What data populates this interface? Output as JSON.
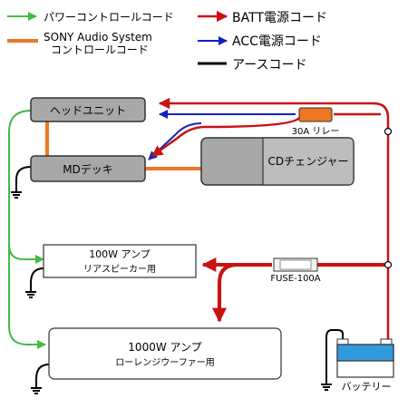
{
  "legend": {
    "power_control": "パワーコントロールコード",
    "sony_audio_line1": "SONY Audio System",
    "sony_audio_line2": "コントロールコード",
    "batt": "BATT電源コード",
    "acc": "ACC電源コード",
    "earth": "アースコード"
  },
  "components": {
    "head_unit": "ヘッドユニット",
    "md_deck": "MDデッキ",
    "cd_changer": "CDチェンジャー",
    "relay": "30A リレー",
    "amp_rear_title": "100W アンプ",
    "amp_rear_sub": "リアスピーカー用",
    "fuse": "FUSE-100A",
    "amp_low_title": "1000W アンプ",
    "amp_low_sub": "ローレンジウーファー用",
    "battery": "バッテリー"
  },
  "colors": {
    "power_control": "#44bb44",
    "sony_audio": "#ee7722",
    "batt": "#cc1111",
    "acc": "#1122bb",
    "earth": "#000000",
    "unit_fill": "#a8a8a8",
    "battery_top": "#3399dd"
  }
}
